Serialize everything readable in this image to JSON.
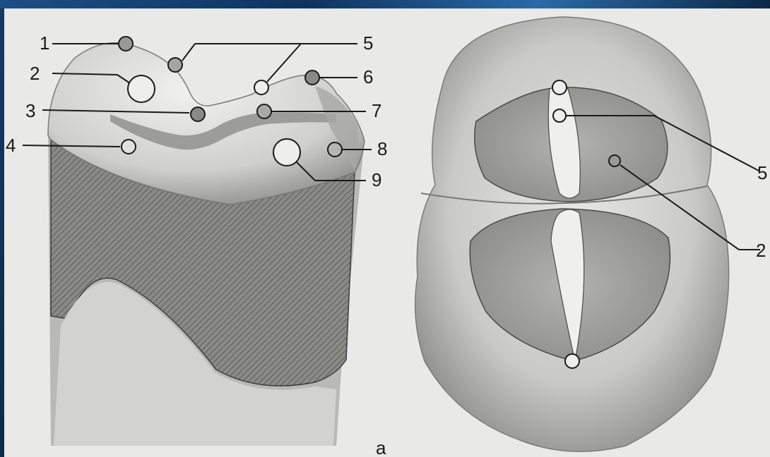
{
  "figure": {
    "panel_label": "а",
    "left_tooth": {
      "callouts": [
        "1",
        "2",
        "3",
        "4",
        "5",
        "6",
        "7",
        "8",
        "9"
      ]
    },
    "right_tooth": {
      "callouts": [
        "5",
        "2"
      ]
    }
  },
  "colors": {
    "paper": "#e9e9e7",
    "enamel": "#d6d6d3",
    "enamel_shadow": "#a9a9a6",
    "hatch": "#6f6f6c",
    "ink": "#1a1a1a",
    "frame": "#0e2a4a"
  }
}
